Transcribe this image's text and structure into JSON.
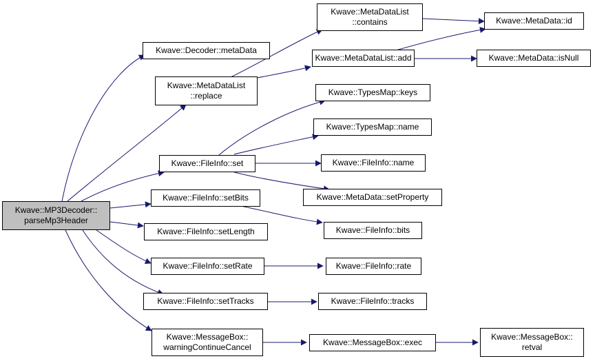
{
  "colors": {
    "edge": "#191970",
    "root_fill": "#bfbfbf",
    "node_fill": "#ffffff",
    "border": "#000000"
  },
  "nodes": {
    "root": {
      "line1": "Kwave::MP3Decoder::",
      "line2": "parseMp3Header"
    },
    "decoder_metadata": {
      "line1": "Kwave::Decoder::metaData"
    },
    "mdl_replace": {
      "line1": "Kwave::MetaDataList",
      "line2": "::replace"
    },
    "mdl_contains": {
      "line1": "Kwave::MetaDataList",
      "line2": "::contains"
    },
    "mdl_add": {
      "line1": "Kwave::MetaDataList::add"
    },
    "md_id": {
      "line1": "Kwave::MetaData::id"
    },
    "md_isnull": {
      "line1": "Kwave::MetaData::isNull"
    },
    "fi_set": {
      "line1": "Kwave::FileInfo::set"
    },
    "tm_keys": {
      "line1": "Kwave::TypesMap::keys"
    },
    "tm_name": {
      "line1": "Kwave::TypesMap::name"
    },
    "fi_name": {
      "line1": "Kwave::FileInfo::name"
    },
    "md_setproperty": {
      "line1": "Kwave::MetaData::setProperty"
    },
    "fi_setbits": {
      "line1": "Kwave::FileInfo::setBits"
    },
    "fi_bits": {
      "line1": "Kwave::FileInfo::bits"
    },
    "fi_setlength": {
      "line1": "Kwave::FileInfo::setLength"
    },
    "fi_setrate": {
      "line1": "Kwave::FileInfo::setRate"
    },
    "fi_rate": {
      "line1": "Kwave::FileInfo::rate"
    },
    "fi_settracks": {
      "line1": "Kwave::FileInfo::setTracks"
    },
    "fi_tracks": {
      "line1": "Kwave::FileInfo::tracks"
    },
    "mb_warning": {
      "line1": "Kwave::MessageBox::",
      "line2": "warningContinueCancel"
    },
    "mb_exec": {
      "line1": "Kwave::MessageBox::exec"
    },
    "mb_retval": {
      "line1": "Kwave::MessageBox::",
      "line2": "retval"
    }
  }
}
